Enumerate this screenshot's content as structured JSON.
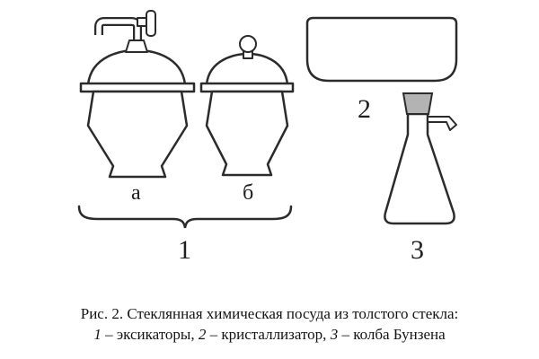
{
  "figure": {
    "label_a": "а",
    "label_b": "б",
    "label_group_1": "1",
    "label_crystallizer_2": "2",
    "label_bunsen_3": "3"
  },
  "caption": {
    "line1": "Рис. 2. Стеклянная химическая посуда из толстого стекла:",
    "line2_parts": [
      {
        "num": "1",
        "text": " – эксикаторы,  "
      },
      {
        "num": "2",
        "text": " – кристаллизатор,  "
      },
      {
        "num": "3",
        "text": " – колба Бунзена"
      }
    ]
  },
  "colors": {
    "ink": "#2b2b2b",
    "ground_joint_gray": "#b3b3b3",
    "background": "#ffffff"
  }
}
